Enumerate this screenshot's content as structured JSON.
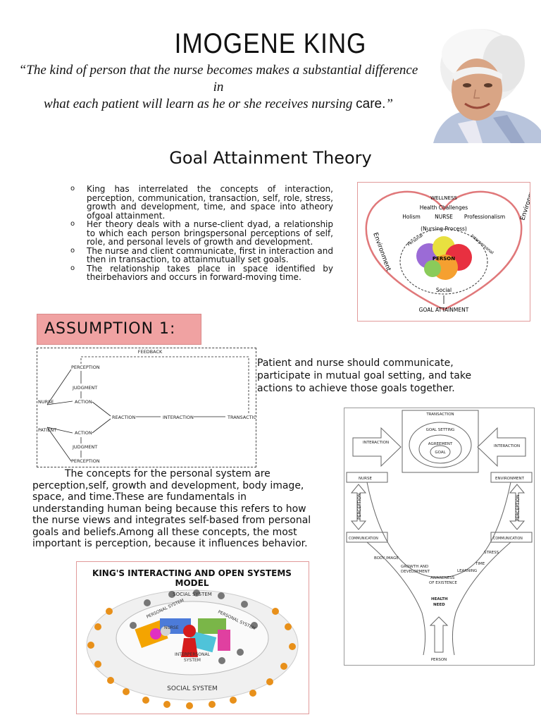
{
  "header": {
    "title": "IMOGENE KING",
    "quote_line1": "“The kind of person that the nurse becomes makes a substantial difference in",
    "quote_line2": "what each patient will learn as he or she receives nursing ",
    "quote_care": "care.",
    "quote_end": "”"
  },
  "section": {
    "subtitle": "Goal Attainment Theory",
    "bullets": [
      "King has interrelated the concepts of interaction, perception, communication, transaction, self, role, stress, growth and development, time, and space into atheory ofgoal attainment.",
      "Her theory deals with a nurse-client dyad, a relationship to which each person bringspersonal perceptions of self, role, and personal levels of growth and development.",
      "The nurse and client communicate, first in interaction and then in transaction, to attainmutually set goals.",
      "The relationship takes place in space identified by theirbehaviors and occurs in forward-moving time."
    ]
  },
  "goal_diagram": {
    "wellness": "WELLNESS",
    "health_challenges": "Health Challenges",
    "holism": "Holism",
    "nurse": "NURSE",
    "professionalism": "Professionalism",
    "nursing_process": "(Nursing Process)",
    "environment_left": "Environment",
    "environment_right": "Environment",
    "personal": "Personal",
    "interpersonal": "Interpersonal",
    "person": "PERSON",
    "social": "Social",
    "goal_attainment": "GOAL ATTAINMENT",
    "colors": {
      "heart": "#e0787a",
      "purple": "#9b6bd6",
      "yellow": "#e8e040",
      "red": "#e83040",
      "orange": "#f5a030",
      "green": "#8acb5a"
    }
  },
  "assumption": {
    "label": "ASSUMPTION  1:",
    "text": "Patient and nurse should communicate, participate in mutual goal setting, and take actions to achieve those goals together."
  },
  "flow": {
    "feedback": "FEEDBACK",
    "perception_top": "PERCEPTION",
    "judgment_top": "JUDGMENT",
    "action_top": "ACTION",
    "nurse": "NURSE",
    "patient": "PATIENT",
    "reaction": "REACTION",
    "interaction": "INTERACTION",
    "transaction": "TRANSACTION",
    "action_bottom": "ACTION",
    "judgment_bottom": "JUDGMENT",
    "perception_bottom": "PERCEPTION"
  },
  "concepts": {
    "text": "The concepts for the personal system are perception,self, growth and development, body image, space, and time.These are fundamentals in understanding human being because this refers to how the nurse views and integrates self-based from personal goals and beliefs.Among all these concepts, the most important is perception, because it influences behavior."
  },
  "kings_model": {
    "title": "KING'S INTERACTING AND OPEN SYSTEMS MODEL",
    "social_system_top": "SOCIAL SYSTEM",
    "personal_system_left": "PERSONAL SYSTEM",
    "personal_system_right": "PERSONAL SYSTEM",
    "nurse": "NURSE",
    "interpersonal": "INTERPERSONAL",
    "system": "SYSTEM",
    "social_system_bottom": "SOCIAL SYSTEM"
  },
  "system_diagram": {
    "transaction": "TRANSACTION",
    "goal_setting": "GOAL SETTING",
    "agreement": "AGREEMENT",
    "goal": "GOAL",
    "interaction_left": "INTERACTION",
    "interaction_right": "INTERACTION",
    "nurse": "NURSE",
    "environment": "ENVIRONMENT",
    "perception_left": "PERCEPTION",
    "perception_right": "PERCEPTION",
    "communication_left": "COMMUNICATION",
    "communication_right": "COMMUNICATION",
    "stress": "STRESS",
    "time": "TIME",
    "body_image": "BODY IMAGE",
    "learning": "LEARNING",
    "growth": "GROWTH AND",
    "development": "DEVELOPMENT",
    "awareness": "AWARENESS",
    "of_existence": "OF EXISTENCE",
    "health": "HEALTH",
    "need": "NEED",
    "person": "PERSON"
  }
}
